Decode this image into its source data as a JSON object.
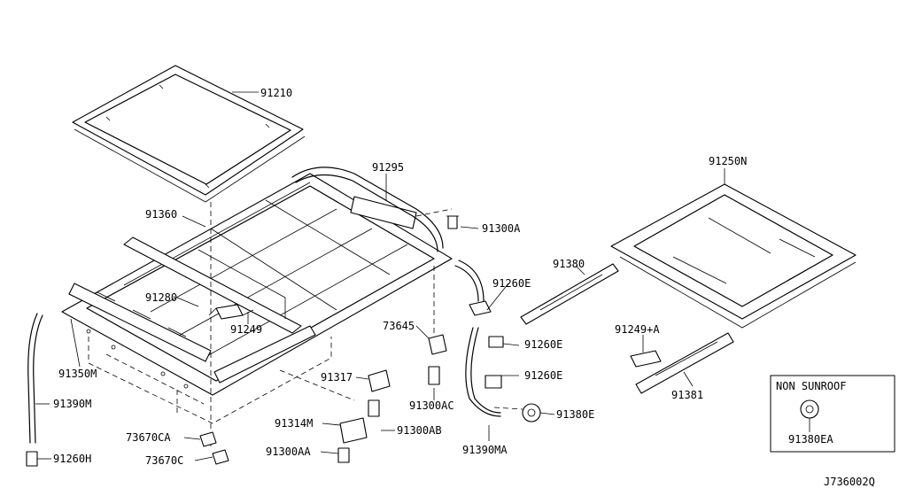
{
  "labels": {
    "p91210": "91210",
    "p91295": "91295",
    "p91250N": "91250N",
    "p91360": "91360",
    "p91300A": "91300A",
    "p91380": "91380",
    "p91260E_1": "91260E",
    "p91280": "91280",
    "p91249": "91249",
    "p73645": "73645",
    "p91260E_2": "91260E",
    "p91249A": "91249+A",
    "p91350M": "91350M",
    "p91317": "91317",
    "p91260E_3": "91260E",
    "p91381": "91381",
    "p91390M": "91390M",
    "p91300AC": "91300AC",
    "p91380E": "91380E",
    "p91314M": "91314M",
    "p91300AB": "91300AB",
    "p73670CA": "73670CA",
    "p91260H": "91260H",
    "p91300AA": "91300AA",
    "p91390MA": "91390MA",
    "p73670C": "73670C",
    "p91380EA": "91380EA"
  },
  "inset": {
    "title": "NON SUNROOF"
  },
  "diagram_id": "J736002Q"
}
